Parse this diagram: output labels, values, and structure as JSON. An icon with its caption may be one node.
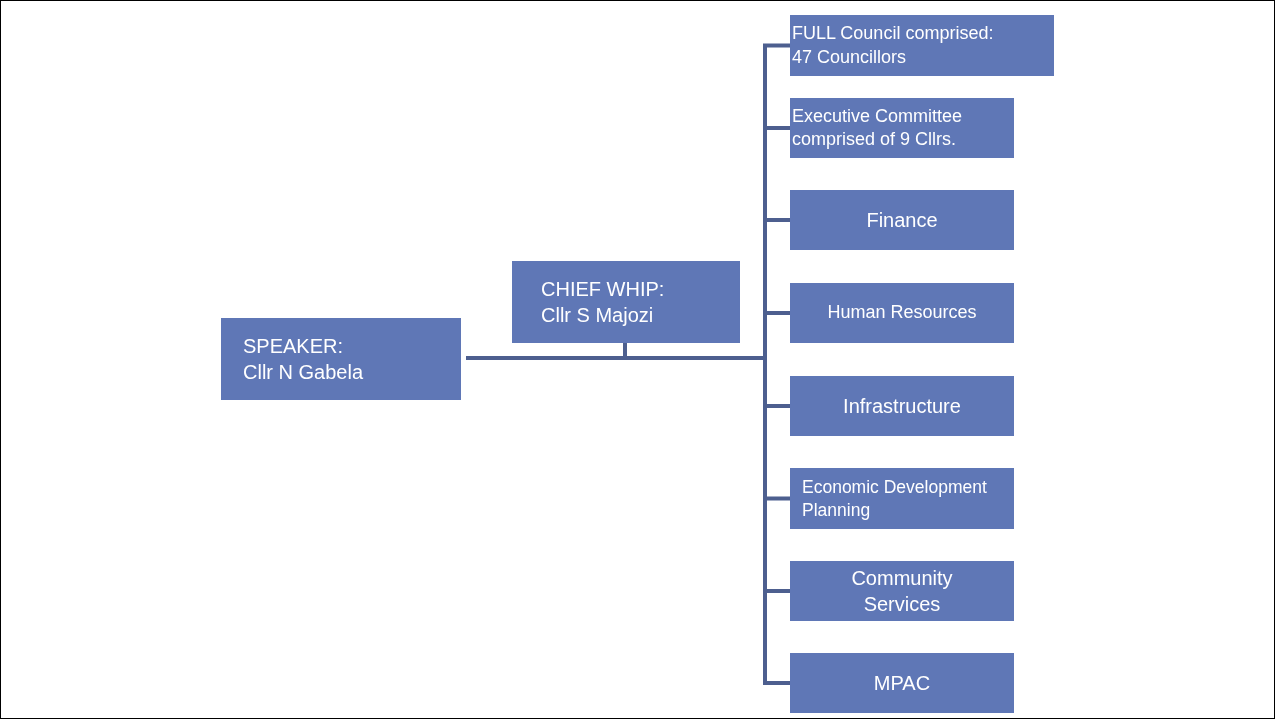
{
  "diagram": {
    "nodes": [
      {
        "text": [
          "SPEAKER: Cllr N Gabela"
        ]
      },
      {
        "text": [
          "CHIEF WHIP: Cllr S Majozi"
        ]
      },
      {
        "text": [
          "FULL Council comprised: 47 Councillors"
        ]
      },
      {
        "text": [
          "Executive Committee comprised of 9 Cllrs."
        ]
      },
      {
        "text": [
          "Finance"
        ]
      },
      {
        "text": [
          "Human Resources"
        ]
      },
      {
        "text": [
          "Infrastructure"
        ]
      },
      {
        "text": [
          "Economic Development Planning"
        ]
      },
      {
        "text": [
          "Community Services"
        ]
      },
      {
        "text": [
          "MPAC"
        ]
      }
    ],
    "edges": [
      {
        "from": 0,
        "to": 1,
        "arrow": "none"
      },
      {
        "from": 0,
        "to": 2,
        "arrow": "none"
      },
      {
        "from": 0,
        "to": 3,
        "arrow": "none"
      },
      {
        "from": 0,
        "to": 4,
        "arrow": "none"
      },
      {
        "from": 0,
        "to": 5,
        "arrow": "none"
      },
      {
        "from": 0,
        "to": 6,
        "arrow": "none"
      },
      {
        "from": 0,
        "to": 7,
        "arrow": "none"
      },
      {
        "from": 0,
        "to": 8,
        "arrow": "none"
      },
      {
        "from": 0,
        "to": 9,
        "arrow": "none"
      }
    ]
  }
}
